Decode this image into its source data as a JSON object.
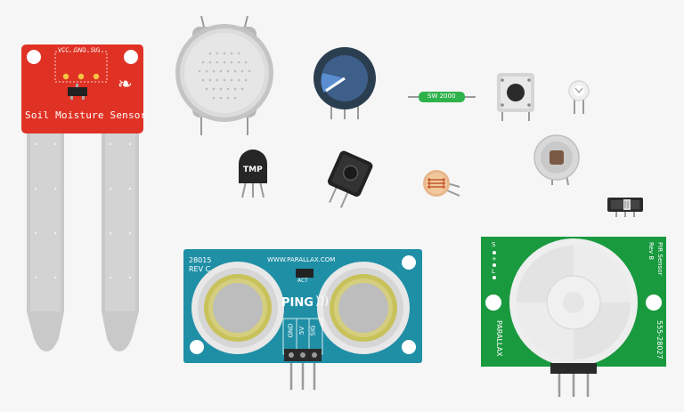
{
  "colors": {
    "background": "#f6f6f6",
    "soil_board": "#e03224",
    "ping_board": "#1f8fa6",
    "pir_board": "#1a9a3f",
    "resistor_body": "#2fb24c",
    "pin_metal": "#9a9a9a"
  },
  "soil_sensor": {
    "name": "Soil Moisture Sensor",
    "pins": [
      "VCC",
      "GND",
      "SIG"
    ],
    "icon": "flame-icon"
  },
  "gas_sensor": {
    "icon": "gas-sensor-mesh-icon"
  },
  "potentiometer": {
    "icon": "knob-icon"
  },
  "resistor": {
    "label": "SW 2000"
  },
  "pushbutton": {
    "icon": "pushbutton-icon"
  },
  "led": {
    "icon": "led-icon"
  },
  "temp_sensor": {
    "label": "TMP"
  },
  "tilt_sensor": {
    "icon": "tilt-sensor-icon"
  },
  "photoresistor": {
    "icon": "photoresistor-icon"
  },
  "piezo": {
    "icon": "piezo-icon"
  },
  "slide_switch": {
    "icon": "slide-switch-icon"
  },
  "ping_sensor": {
    "model": "28015",
    "revision": "REV C",
    "url": "WWW.PARALLAX.COM",
    "act_label": "ACT",
    "brand": "PING",
    "pins": [
      "GND",
      "5V",
      "SIG"
    ]
  },
  "pir_sensor": {
    "pin_labels": [
      "S",
      "+",
      "L"
    ],
    "title": "PIR Sensor",
    "revision": "Rev B",
    "brand": "PARALLAX",
    "part_number": "555-28027"
  }
}
